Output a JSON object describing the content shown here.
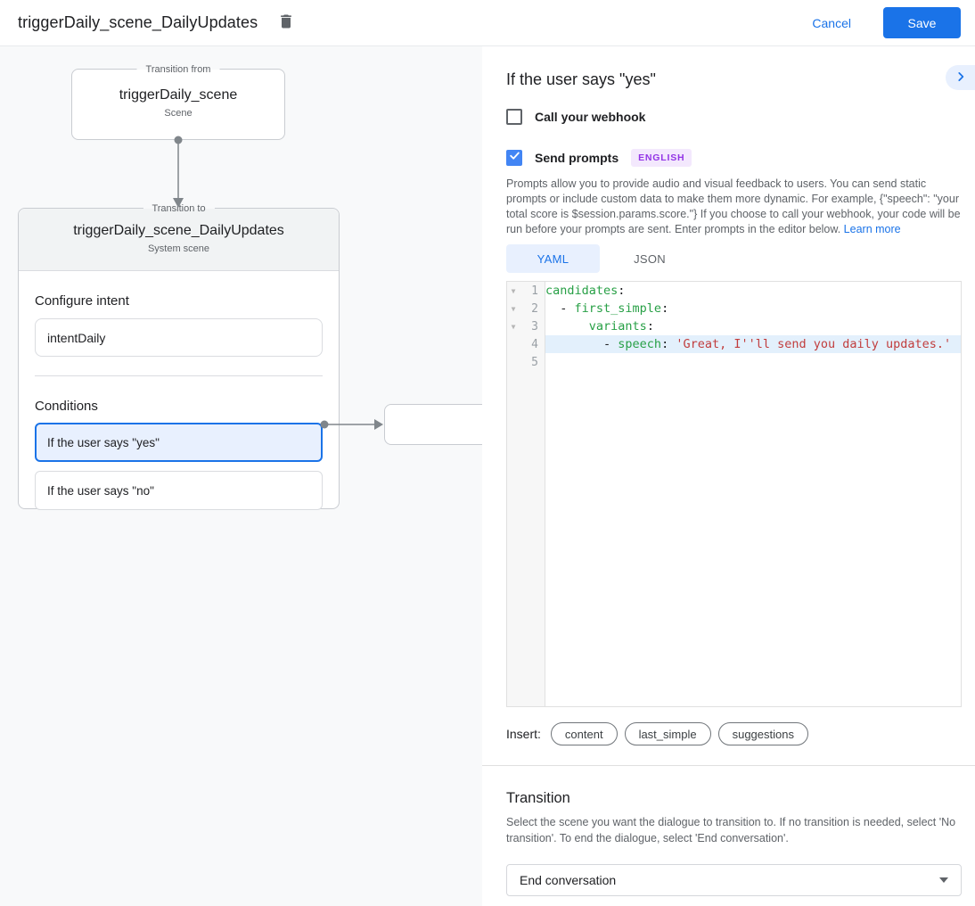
{
  "header": {
    "title": "triggerDaily_scene_DailyUpdates",
    "cancel_label": "Cancel",
    "save_label": "Save"
  },
  "diagram": {
    "from_label": "Transition from",
    "from_scene": {
      "name": "triggerDaily_scene",
      "type": "Scene"
    },
    "to_label": "Transition to",
    "to_scene": {
      "name": "triggerDaily_scene_DailyUpdates",
      "type": "System scene"
    },
    "configure_intent_label": "Configure intent",
    "intent_value": "intentDaily",
    "conditions_label": "Conditions",
    "conditions": [
      {
        "label": "If the user says \"yes\"",
        "selected": true
      },
      {
        "label": "If the user says \"no\"",
        "selected": false
      }
    ]
  },
  "panel": {
    "title": "If the user says \"yes\"",
    "webhook_label": "Call your webhook",
    "send_prompts_label": "Send prompts",
    "language_badge": "ENGLISH",
    "description": "Prompts allow you to provide audio and visual feedback to users. You can send static prompts or include custom data to make them more dynamic. For example, {\"speech\": \"your total score is $session.params.score.\"} If you choose to call your webhook, your code will be run before your prompts are sent. Enter prompts in the editor below. ",
    "learn_more_label": "Learn more",
    "tabs": [
      {
        "label": "YAML",
        "active": true
      },
      {
        "label": "JSON",
        "active": false
      }
    ],
    "editor": {
      "lines": [
        {
          "n": "1",
          "fold": true,
          "hl": false,
          "seg": [
            [
              "k",
              "candidates"
            ],
            [
              "p",
              ":"
            ]
          ]
        },
        {
          "n": "2",
          "fold": true,
          "hl": false,
          "seg": [
            [
              "p",
              "  - "
            ],
            [
              "k",
              "first_simple"
            ],
            [
              "p",
              ":"
            ]
          ]
        },
        {
          "n": "3",
          "fold": true,
          "hl": false,
          "seg": [
            [
              "p",
              "      "
            ],
            [
              "k",
              "variants"
            ],
            [
              "p",
              ":"
            ]
          ]
        },
        {
          "n": "4",
          "fold": false,
          "hl": true,
          "seg": [
            [
              "p",
              "        - "
            ],
            [
              "k",
              "speech"
            ],
            [
              "p",
              ": "
            ],
            [
              "s",
              "'Great, I''ll send you daily updates.'"
            ]
          ]
        },
        {
          "n": "5",
          "fold": false,
          "hl": false,
          "seg": []
        }
      ]
    },
    "insert_label": "Insert:",
    "insert_buttons": [
      "content",
      "last_simple",
      "suggestions"
    ],
    "transition": {
      "title": "Transition",
      "description": "Select the scene you want the dialogue to transition to. If no transition is needed, select 'No transition'. To end the dialogue, select 'End conversation'.",
      "selected_value": "End conversation"
    }
  },
  "colors": {
    "accent_blue": "#1a73e8",
    "checkbox_blue": "#4285f4",
    "selected_condition_bg": "#e8f0fe",
    "selected_condition_border": "#1a73e8",
    "badge_bg": "#f3e8fd",
    "badge_text": "#9334e6",
    "code_key_green": "#28a046",
    "code_string_red": "#c13d3d",
    "line_highlight": "#e3f0fc",
    "canvas_bg": "#f8f9fa"
  }
}
